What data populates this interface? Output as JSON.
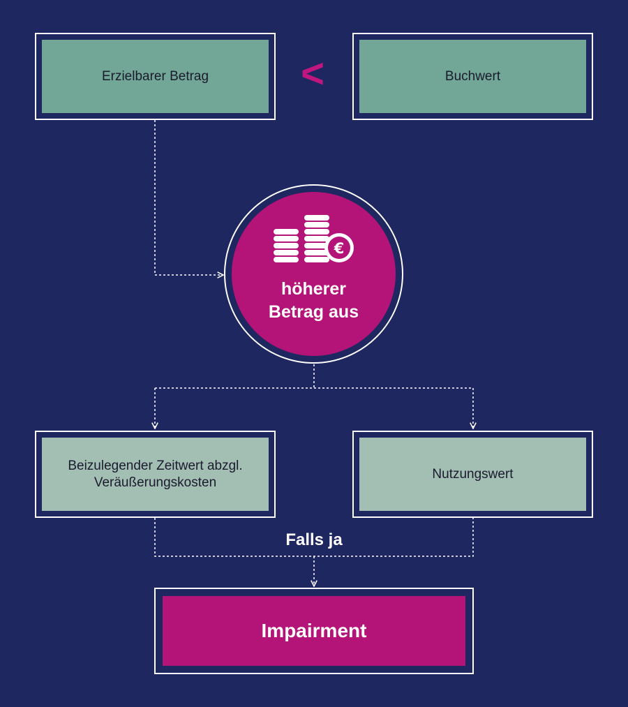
{
  "top": {
    "left_box_label": "Erzielbarer Betrag",
    "comparison_symbol": "<",
    "right_box_label": "Buchwert"
  },
  "center": {
    "icon": "coins-euro-icon",
    "label_line1": "höherer",
    "label_line2": "Betrag aus"
  },
  "middle": {
    "left_box_line1": "Beizulegender Zeitwert abzgl.",
    "left_box_line2": "Veräußerungskosten",
    "right_box_label": "Nutzungswert"
  },
  "condition_label": "Falls ja",
  "result_box_label": "Impairment",
  "colors": {
    "background": "#1f2760",
    "teal_box": "#72a696",
    "pale_box": "#a3beb3",
    "accent_magenta": "#b41377",
    "comparison_symbol": "#c0167f",
    "border": "#ffffff"
  }
}
